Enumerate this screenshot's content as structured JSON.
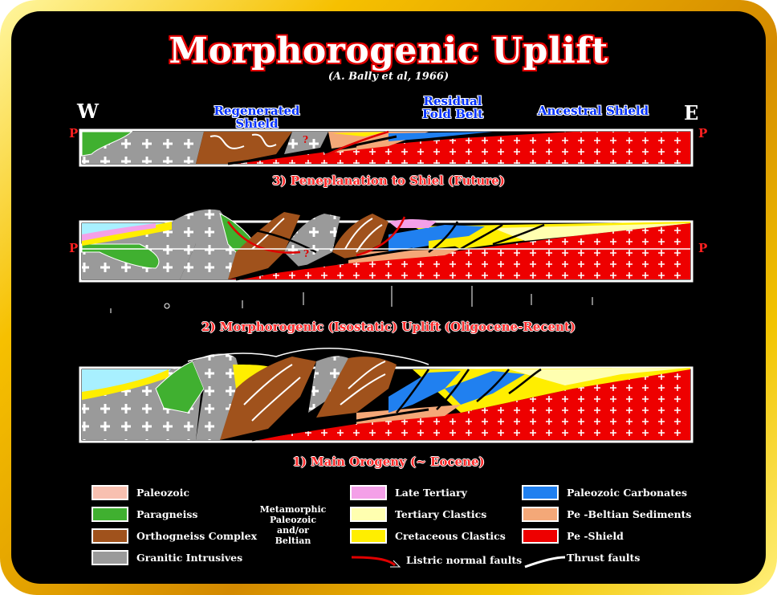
{
  "title": "Morphorogenic Uplift",
  "citation": "(A. Bally et al, 1966)",
  "directions": {
    "west": "W",
    "east": "E"
  },
  "regions": {
    "regenerated": "Regenerated Shield",
    "residual_line1": "Residual",
    "residual_line2": "Fold Belt",
    "ancestral": "Ancestral Shield"
  },
  "p_marker": "P",
  "question_mark": "?",
  "stages": {
    "stage3": "3) Peneplanation to Shiel (Future)",
    "stage2": "2) Morphorogenic (Isostatic) Uplift (Oligocene-Recent)",
    "stage1": "1) Main Orogeny (~ Eocene)"
  },
  "colors": {
    "paleozoic": "#f8c0b0",
    "paragneiss": "#40b030",
    "orthogneiss": "#a0521c",
    "granitic": "#9a9a9a",
    "late_tertiary": "#f4a0e8",
    "tertiary_clastics": "#ffffb0",
    "cretaceous_clastics": "#ffee00",
    "paleozoic_carbonates": "#2080f0",
    "pe_beltian": "#f4a878",
    "pe_shield": "#ee0000",
    "sky": "#a8f0ff",
    "listric": "#e00000",
    "thrust": "#000000"
  },
  "legend": {
    "paleozoic": "Paleozoic",
    "paragneiss": "Paragneiss",
    "orthogneiss": "Orthogneiss Complex",
    "granitic": "Granitic Intrusives",
    "metamorphic_1": "Metamorphic",
    "metamorphic_2": "Paleozoic",
    "metamorphic_3": "and/or",
    "metamorphic_4": "Beltian",
    "late_tertiary": "Late Tertiary",
    "tertiary_clastics": "Tertiary Clastics",
    "cretaceous_clastics": "Cretaceous Clastics",
    "listric": "Listric normal faults",
    "paleozoic_carbonates": "Paleozoic Carbonates",
    "pe_beltian": "Pe -Beltian Sediments",
    "pe_shield": "Pe -Shield",
    "thrust": "Thrust faults"
  }
}
